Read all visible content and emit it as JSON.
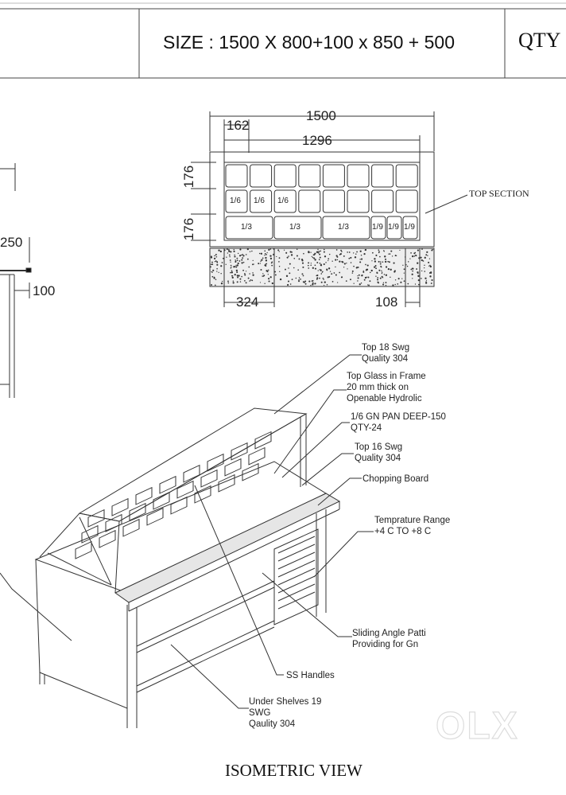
{
  "header": {
    "size_label": "SIZE : 1500 X  800+100 x 850 + 500",
    "qty_label": "QTY"
  },
  "top_section": {
    "title": "TOP SECTION",
    "dimensions": {
      "overall": "1500",
      "inner": "1296",
      "pan_width": "162",
      "row1": "176",
      "row2": "176",
      "third_pan": "324",
      "ninth_pan": "108"
    },
    "pans_row2": [
      "1/6",
      "1/6",
      "1/6"
    ],
    "pans_row3": [
      "1/3",
      "1/3",
      "1/3",
      "1/9",
      "1/9",
      "1/9"
    ]
  },
  "side_view": {
    "dim_250": "250",
    "dim_100": "100"
  },
  "isometric": {
    "title": "ISOMETRIC VIEW",
    "callouts": [
      {
        "lines": [
          "Top  18 Swg",
          "Quality 304"
        ]
      },
      {
        "lines": [
          "Top Glass in Frame",
          "20 mm thick on",
          "Openable Hydrolic"
        ]
      },
      {
        "lines": [
          "1/6 GN PAN DEEP-150",
          "QTY-24"
        ]
      },
      {
        "lines": [
          "Top  16 Swg",
          "Quality 304"
        ]
      },
      {
        "lines": [
          "Chopping Board"
        ]
      },
      {
        "lines": [
          "Temprature Range",
          "+4 C  TO +8 C"
        ]
      },
      {
        "lines": [
          "Sliding Angle Patti",
          "Providing for Gn"
        ]
      },
      {
        "lines": [
          "SS Handles"
        ]
      },
      {
        "lines": [
          "Under Shelves  19",
          "SWG",
          "Qaulity 304"
        ]
      }
    ]
  },
  "watermark": {
    "text": "OLX"
  }
}
